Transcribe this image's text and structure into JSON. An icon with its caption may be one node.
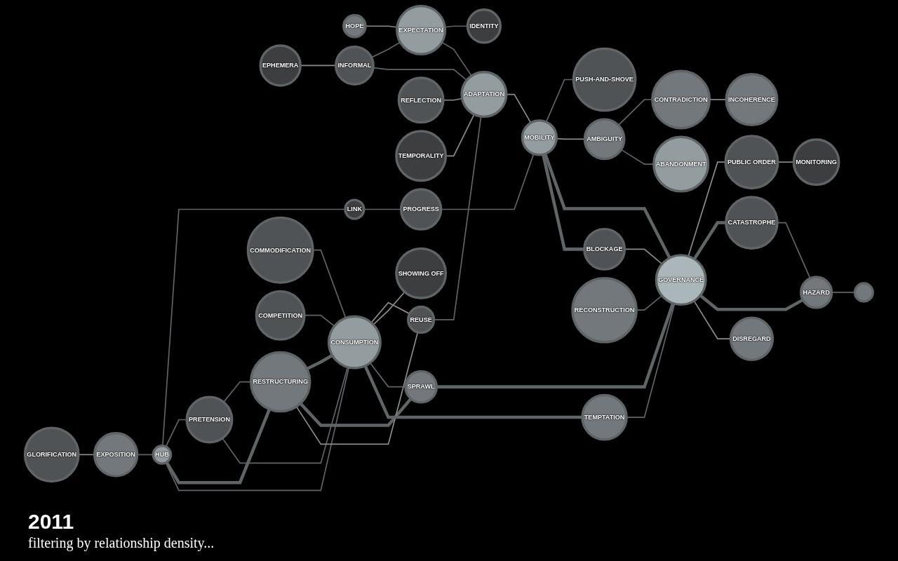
{
  "diagram": {
    "title": "2011",
    "caption": "filtering by relationship density...",
    "nodes": [
      {
        "text": [
          "HOPE"
        ]
      },
      {
        "text": [
          "EPHEMERA"
        ]
      },
      {
        "text": [
          "GLORIFICATION"
        ]
      },
      {
        "text": [
          "INFORMAL"
        ]
      },
      {
        "text": [
          "EXPECTATION"
        ]
      },
      {
        "text": [
          "IDENTITY"
        ]
      },
      {
        "text": [
          "EXPOSITION"
        ]
      },
      {
        "text": [
          "HUB"
        ]
      },
      {
        "text": [
          "ADAPTATION"
        ]
      },
      {
        "text": [
          "LINK"
        ]
      },
      {
        "text": [
          "REUSE"
        ]
      },
      {
        "text": [
          "REFLECTION"
        ]
      },
      {
        "text": [
          "TEMPORALITY"
        ]
      },
      {
        "text": [
          "PRETENSION"
        ]
      },
      {
        "text": [
          "RESTRUCTURING"
        ]
      },
      {
        "text": [
          "COMMODIFICATION"
        ]
      },
      {
        "text": [
          "PROGRESS"
        ]
      },
      {
        "text": [
          "CONSUMPTION"
        ]
      },
      {
        "text": [
          "COMPETITION"
        ]
      },
      {
        "text": [
          "SPRAWL"
        ]
      },
      {
        "text": [
          "SHOWING OFF"
        ]
      },
      {
        "text": [
          "MOBILITY"
        ]
      },
      {
        "text": [
          "PUSH-AND-SHOVE"
        ]
      },
      {
        "text": [
          "TEMPTATION"
        ]
      },
      {
        "text": [
          "CONTRADICTION"
        ]
      },
      {
        "text": [
          "BLOCKAGE"
        ]
      },
      {
        "text": [
          "AMBIGUITY"
        ]
      },
      {
        "text": [
          "GOVERNANCE"
        ]
      },
      {
        "text": [
          "ABANDONMENT"
        ]
      },
      {
        "text": [
          "RECONSTRUCTION"
        ]
      },
      {
        "text": [
          "PUBLIC ORDER"
        ]
      },
      {
        "text": [
          "MONITORING"
        ]
      },
      {
        "text": [
          "CATASTROPHE"
        ]
      },
      {
        "text": [
          "INCOHERENCE"
        ]
      },
      {
        "text": [
          "HAZARD"
        ]
      },
      {
        "text": [
          "DISREGARD"
        ]
      },
      {
        "text": [],
        "shape": "circle"
      }
    ],
    "edges": [
      {
        "from": 2,
        "to": 6,
        "arrow": "none",
        "color": "#8c8c8c"
      },
      {
        "from": 6,
        "to": 7,
        "arrow": "none"
      },
      {
        "from": 7,
        "to": 9,
        "arrow": "none"
      },
      {
        "from": 7,
        "to": 13,
        "arrow": "none"
      },
      {
        "from": 7,
        "to": 14,
        "arrow": "none",
        "style": "thick"
      },
      {
        "from": 7,
        "to": 17,
        "arrow": "none"
      },
      {
        "from": 13,
        "to": 14,
        "arrow": "none"
      },
      {
        "from": 13,
        "to": 17,
        "arrow": "none"
      },
      {
        "from": 14,
        "to": 17,
        "arrow": "none",
        "style": "thick"
      },
      {
        "from": 14,
        "to": 19,
        "arrow": "none",
        "style": "thick"
      },
      {
        "from": 14,
        "to": 10,
        "arrow": "none",
        "color": "#8c8c8c"
      },
      {
        "from": 17,
        "to": 10,
        "arrow": "none",
        "color": "#8c8c8c"
      },
      {
        "from": 9,
        "to": 16,
        "arrow": "none"
      },
      {
        "from": 10,
        "to": 8,
        "arrow": "none"
      },
      {
        "from": 1,
        "to": 3,
        "arrow": "none",
        "color": "#8c8c8c"
      },
      {
        "from": 3,
        "to": 4,
        "arrow": "none"
      },
      {
        "from": 0,
        "to": 4,
        "arrow": "none",
        "color": "#8c8c8c"
      },
      {
        "from": 4,
        "to": 5,
        "arrow": "none"
      },
      {
        "from": 3,
        "to": 8,
        "arrow": "none"
      },
      {
        "from": 4,
        "to": 8,
        "arrow": "none"
      },
      {
        "from": 11,
        "to": 8,
        "arrow": "none",
        "color": "#8c8c8c"
      },
      {
        "from": 12,
        "to": 8,
        "arrow": "none",
        "color": "#8c8c8c"
      },
      {
        "from": 8,
        "to": 21,
        "arrow": "none",
        "color": "#8c8c8c"
      },
      {
        "from": 16,
        "to": 21,
        "arrow": "none"
      },
      {
        "from": 21,
        "to": 22,
        "arrow": "none"
      },
      {
        "from": 21,
        "to": 26,
        "arrow": "none",
        "color": "#8c8c8c"
      },
      {
        "from": 26,
        "to": 24,
        "arrow": "none"
      },
      {
        "from": 26,
        "to": 28,
        "arrow": "none"
      },
      {
        "from": 24,
        "to": 33,
        "arrow": "none",
        "color": "#8c8c8c"
      },
      {
        "from": 15,
        "to": 17,
        "arrow": "none"
      },
      {
        "from": 18,
        "to": 17,
        "arrow": "none"
      },
      {
        "from": 17,
        "to": 20,
        "arrow": "none",
        "color": "#8c8c8c"
      },
      {
        "from": 17,
        "to": 19,
        "arrow": "none"
      },
      {
        "from": 17,
        "to": 23,
        "arrow": "none",
        "style": "thick"
      },
      {
        "from": 23,
        "to": 27,
        "arrow": "none"
      },
      {
        "from": 19,
        "to": 27,
        "arrow": "none",
        "style": "thick"
      },
      {
        "from": 21,
        "to": 27,
        "arrow": "none",
        "style": "thick"
      },
      {
        "from": 21,
        "to": 25,
        "arrow": "none",
        "style": "thick"
      },
      {
        "from": 25,
        "to": 27,
        "arrow": "none",
        "color": "#8c8c8c"
      },
      {
        "from": 29,
        "to": 27,
        "arrow": "none"
      },
      {
        "from": 27,
        "to": 30,
        "arrow": "none",
        "color": "#8c8c8c"
      },
      {
        "from": 30,
        "to": 31,
        "arrow": "none",
        "color": "#8c8c8c"
      },
      {
        "from": 27,
        "to": 32,
        "arrow": "none",
        "style": "thick"
      },
      {
        "from": 27,
        "to": 34,
        "arrow": "none",
        "style": "thick"
      },
      {
        "from": 27,
        "to": 35,
        "arrow": "none",
        "color": "#8c8c8c"
      },
      {
        "from": 32,
        "to": 34,
        "arrow": "none"
      },
      {
        "from": 34,
        "to": 36,
        "arrow": "none"
      }
    ]
  }
}
